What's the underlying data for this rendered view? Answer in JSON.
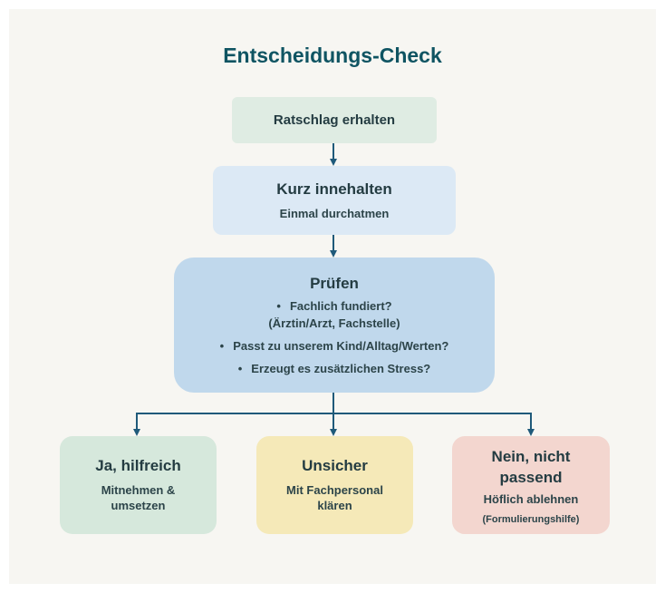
{
  "title": "Entscheidungs-Check",
  "colors": {
    "arrow": "#1f5a7a",
    "green": "#d6e8dc",
    "blue_light": "#dce9f5",
    "blue": "#c0d8ec",
    "yellow": "#f5e9b8",
    "red": "#f3d6cf"
  },
  "steps": {
    "receive": {
      "title": "Ratschlag erhalten"
    },
    "pause": {
      "title": "Kurz innehalten",
      "subtitle": "Einmal durchatmen"
    },
    "check": {
      "title": "Prüfen",
      "bullets": [
        "Fachlich fundiert?",
        "(Ärztin/Arzt, Fachstelle)",
        "Passt zu unserem Kind/Alltag/Werten?",
        "Erzeugt es zusätzlichen Stress?"
      ]
    }
  },
  "outcomes": {
    "yes": {
      "title": "Ja, hilfreich",
      "subtitle": "Mitnehmen & umsetzen"
    },
    "unsure": {
      "title": "Unsicher",
      "subtitle": "Mit Fachpersonal klären"
    },
    "no": {
      "title": "Nein, nicht passend",
      "subtitle": "Höflich ablehnen",
      "note": "(Formulierungshilfe)"
    }
  }
}
